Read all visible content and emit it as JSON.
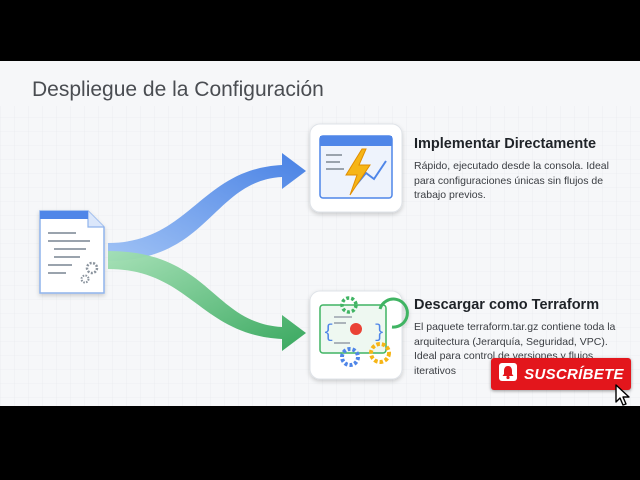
{
  "slide": {
    "title": "Despliegue de la Configuración"
  },
  "options": [
    {
      "title": "Implementar Directamente",
      "description": "Rápido, ejecutado desde la consola. Ideal para configuraciones únicas sin flujos de trabajo previos.",
      "icon": "browser-lightning-icon",
      "arrow_color": "#4f86e8"
    },
    {
      "title": "Descargar como Terraform",
      "description": "El paquete terraform.tar.gz contiene toda la arquitectura (Jerarquía, Seguridad, VPC). Ideal para control de versiones y flujos iterativos",
      "icon": "code-gears-icon",
      "arrow_color": "#3fb463"
    }
  ],
  "source": {
    "icon": "config-document-icon"
  },
  "overlay": {
    "subscribe_label": "SUSCRÍBETE",
    "subscribe_icon": "bell-icon",
    "cursor_icon": "hand-pointer-icon",
    "colors": {
      "subscribe_bg": "#e3161c"
    }
  }
}
